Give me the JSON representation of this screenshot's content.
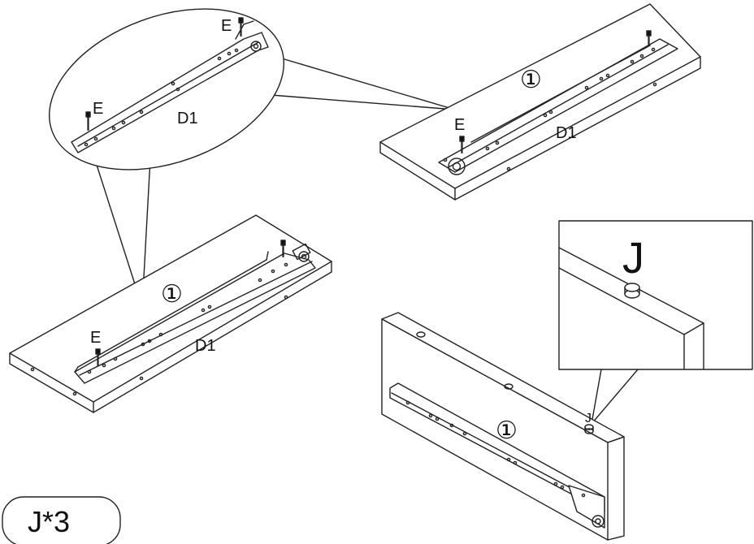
{
  "labels": {
    "screw": "E",
    "rail": "D1",
    "panel": "①",
    "dowel": "J",
    "count_badge": "J*3"
  },
  "colors": {
    "stroke": "#222222",
    "fill": "#ffffff"
  }
}
